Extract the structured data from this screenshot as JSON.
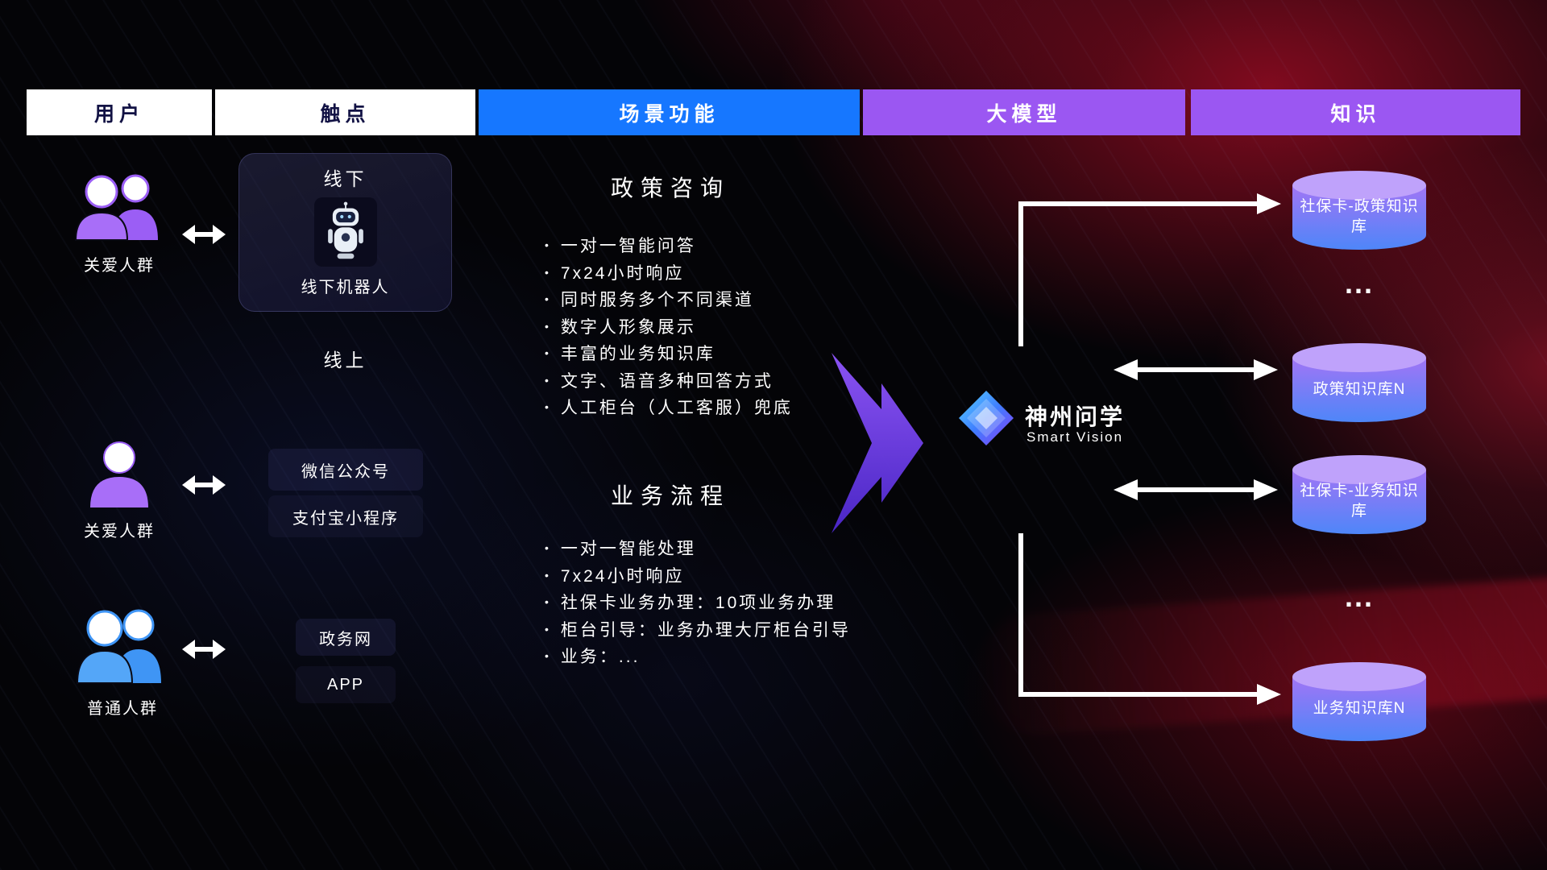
{
  "header": {
    "columns": [
      "用户",
      "触点",
      "场景功能",
      "大模型",
      "知识"
    ]
  },
  "users": [
    {
      "label": "关爱人群",
      "icon": "group-purple"
    },
    {
      "label": "关爱人群",
      "icon": "single-purple"
    },
    {
      "label": "普通人群",
      "icon": "group-blue"
    }
  ],
  "touchpoints": {
    "offline_label": "线下",
    "robot_caption": "线下机器人",
    "online_label": "线上",
    "channels": [
      "微信公众号",
      "支付宝小程序",
      "政务网",
      "APP"
    ]
  },
  "scenarios": [
    {
      "title": "政策咨询",
      "items": [
        "一对一智能问答",
        "7x24小时响应",
        "同时服务多个不同渠道",
        "数字人形象展示",
        "丰富的业务知识库",
        "文字、语音多种回答方式",
        "人工柜台（人工客服）兜底"
      ]
    },
    {
      "title": "业务流程",
      "items": [
        "一对一智能处理",
        "7x24小时响应",
        "社保卡业务办理：10项业务办理",
        "柜台引导：业务办理大厅柜台引导",
        "业务：..."
      ]
    }
  ],
  "model": {
    "name": "神州问学",
    "subtitle": "Smart Vision"
  },
  "knowledge": {
    "cylinders": [
      "社保卡-政策知识库",
      "政策知识库N",
      "社保卡-业务知识库",
      "业务知识库N"
    ],
    "ellipsis": "..."
  },
  "colors": {
    "header_blue": "#1677ff",
    "header_purple": "#9b57f2",
    "cylinder_top": "#bfa2fb",
    "cylinder_purple": "#a175f5",
    "cylinder_blue": "#4e86f8",
    "arrow_white": "#ffffff",
    "big_arrow_purple": "#7a42ef"
  }
}
